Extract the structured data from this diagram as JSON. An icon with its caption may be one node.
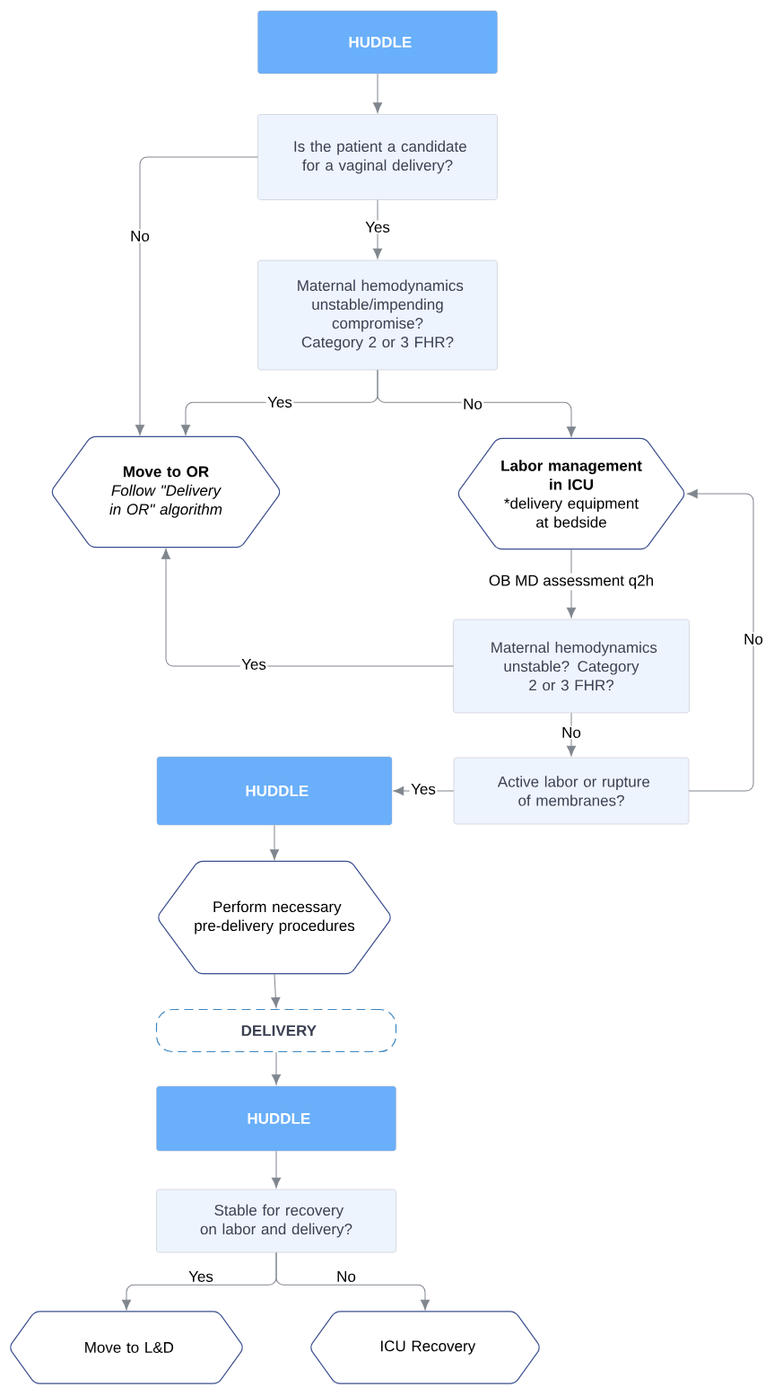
{
  "diagram": {
    "nodes": [
      {
        "text": [
          "HUDDLE"
        ]
      },
      {
        "text": [
          "Is the patient a candidate for a vaginal delivery?"
        ]
      },
      {
        "text": [
          "Maternal hemodynamics unstable/impending compromise? Category 2 or 3 FHR?"
        ]
      },
      {
        "text": [
          "Move to OR",
          "Follow \"Delivery in OR\" algorithm"
        ]
      },
      {
        "text": [
          "Labor management in ICU",
          "*delivery equipment at bedside"
        ]
      },
      {
        "text": [
          "Maternal hemodynamics unstable? Category 2 or 3 FHR?"
        ]
      },
      {
        "text": [
          "Active labor or rupture of membranes?"
        ]
      },
      {
        "text": [
          "HUDDLE"
        ]
      },
      {
        "text": [
          "Perform necessary pre-delivery procedures"
        ]
      },
      {
        "text": [
          "DELIVERY"
        ]
      },
      {
        "text": [
          "HUDDLE"
        ]
      },
      {
        "text": [
          "Stable for recovery on labor and delivery?"
        ]
      },
      {
        "text": [
          "Move to L&D"
        ]
      },
      {
        "text": [
          "ICU Recovery"
        ]
      }
    ],
    "edges": [
      {
        "from": 0,
        "to": 1,
        "arrow": "to"
      },
      {
        "from": 1,
        "to": 3,
        "arrow": "to",
        "label": "No"
      },
      {
        "from": 1,
        "to": 2,
        "arrow": "to",
        "label": "Yes"
      },
      {
        "from": 2,
        "to": 3,
        "arrow": "to",
        "label": "Yes"
      },
      {
        "from": 2,
        "to": 4,
        "arrow": "to",
        "label": "No"
      },
      {
        "from": 4,
        "to": 5,
        "arrow": "to",
        "label": "OB MD assessment q2h"
      },
      {
        "from": 5,
        "to": 3,
        "arrow": "to",
        "label": "Yes"
      },
      {
        "from": 5,
        "to": 6,
        "arrow": "to",
        "label": "No"
      },
      {
        "from": 6,
        "to": 7,
        "arrow": "to",
        "label": "Yes"
      },
      {
        "from": 6,
        "to": 4,
        "arrow": "to",
        "label": "No"
      },
      {
        "from": 7,
        "to": 8,
        "arrow": "to"
      },
      {
        "from": 8,
        "to": 9,
        "arrow": "to"
      },
      {
        "from": 9,
        "to": 10,
        "arrow": "to"
      },
      {
        "from": 10,
        "to": 11,
        "arrow": "to"
      },
      {
        "from": 11,
        "to": 12,
        "arrow": "to",
        "label": "Yes"
      },
      {
        "from": 11,
        "to": 13,
        "arrow": "to",
        "label": "No"
      }
    ]
  }
}
